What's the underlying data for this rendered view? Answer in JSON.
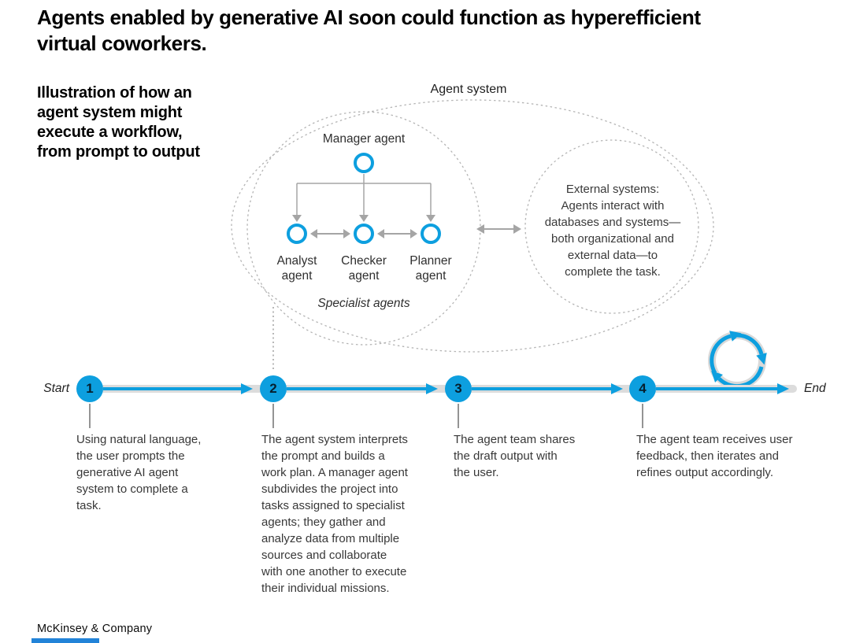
{
  "title": "Agents enabled by generative AI soon could function as hyperefficient\nvirtual coworkers.",
  "subtitle": "Illustration of how an\nagent system might\nexecute a workflow,\nfrom prompt to output",
  "agent_system": {
    "label": "Agent system",
    "manager_label": "Manager agent",
    "specialists": [
      "Analyst agent",
      "Checker agent",
      "Planner agent"
    ],
    "specialists_caption": "Specialist agents",
    "external_text": "External systems:\nAgents interact with\ndatabases and systems—\nboth organizational and\nexternal data—to\ncomplete the task."
  },
  "timeline": {
    "start_label": "Start",
    "end_label": "End",
    "steps": [
      {
        "number": "1",
        "description": "Using natural language,\nthe user prompts the\ngenerative AI agent\nsystem to complete a\ntask."
      },
      {
        "number": "2",
        "description": "The agent system interprets\nthe prompt and builds a\nwork plan. A manager agent\nsubdivides the project into\ntasks assigned to specialist\nagents; they gather and\nanalyze data from multiple\nsources and collaborate\nwith one another to execute\ntheir individual missions."
      },
      {
        "number": "3",
        "description": "The agent team shares\nthe draft output with\nthe user."
      },
      {
        "number": "4",
        "description": "The agent team receives user\nfeedback, then iterates and\nrefines output accordingly."
      }
    ]
  },
  "footer": {
    "brand": "McKinsey & Company"
  },
  "colors": {
    "accent_blue": "#0d9fdf",
    "step_number_navy": "#06202f",
    "track_gray": "#dcdcdc",
    "connector_gray": "#a5a5a5",
    "dashed_border_gray": "#b4b4b4",
    "footer_bar_blue": "#2283d8"
  }
}
